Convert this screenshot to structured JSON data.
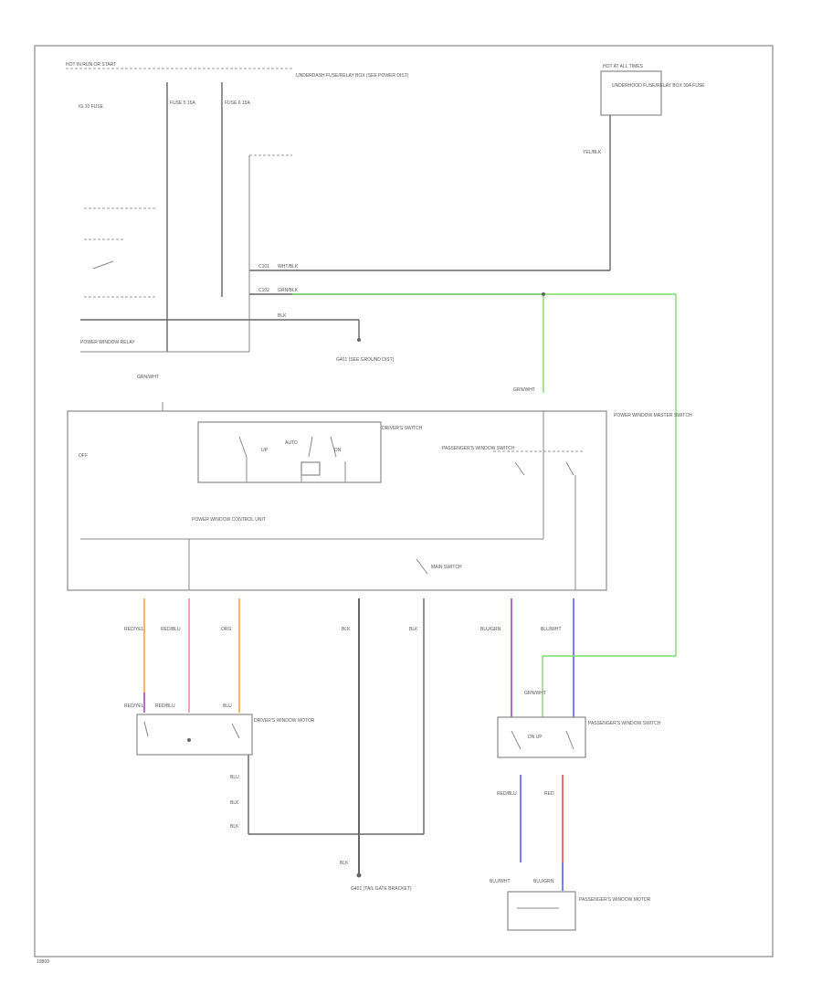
{
  "diagram": {
    "footer_code": "19809",
    "labels": {
      "top_left_header": "HOT IN RUN OR START",
      "fuse_left": "IG 10 FUSE",
      "fuse_mid1": "FUSE 5 15A",
      "fuse_mid2": "FUSE 6 15A",
      "top_center_note": "UNDERDASH FUSE/RELAY BOX (SEE POWER DIST)",
      "top_right_header": "HOT AT ALL TIMES",
      "top_right_box": "UNDERHOOD FUSE/RELAY BOX 30A FUSE",
      "wire_yel_top": "YEL/BLK",
      "conn_a": "C101",
      "conn_b": "C102",
      "wire_a": "WHT/BLK",
      "wire_b": "GRN/BLK",
      "wire_c": "BLK",
      "ground_note": "G401 (SEE GROUND DIST)",
      "left_relay_label": "POWER WINDOW RELAY",
      "wire_grn_left": "GRN/WHT",
      "wire_grn_right": "GRN/WHT",
      "master_switch_title": "POWER WINDOW MASTER SWITCH",
      "driver_switch": "DRIVER'S SWITCH",
      "switch_up": "UP",
      "switch_auto": "AUTO",
      "switch_down": "DN",
      "passenger_switch_label": "PASSENGER'S WINDOW SWITCH",
      "control_unit": "POWER WINDOW CONTROL UNIT",
      "lock_switch": "MAIN SWITCH",
      "left_side_text": "OFF",
      "wire_red_yel1": "RED/YEL",
      "wire_red_blu1": "RED/BLU",
      "wire_org": "ORG",
      "wire_blk_mid1": "BLK",
      "wire_blk_mid2": "BLK",
      "wire_blu_grn": "BLU/GRN",
      "wire_blu_wht": "BLU/WHT",
      "wire_red_yel2": "RED/YEL",
      "wire_red_blu2": "RED/BLU",
      "wire_blu": "BLU",
      "driver_motor_label": "DRIVER'S WINDOW MOTOR",
      "wire_blu2": "BLU",
      "wire_blk2": "BLK",
      "wire_blk3": "BLK",
      "ground_bottom": "G401 (TAIL GATE BRACKET)",
      "passenger_motor_switch": "PASSENGER'S WINDOW SWITCH",
      "wire_grn_pass": "GRN/WHT",
      "pass_switch_mid": "DN  UP",
      "wire_red_pass": "RED/BLU",
      "wire_red": "RED",
      "wire_blu_wht2": "BLU/WHT",
      "wire_blu_grn2": "BLU/GRN",
      "passenger_motor": "PASSENGER'S WINDOW MOTOR"
    },
    "colors": {
      "green_wire": "#7ddc6a",
      "orange_wire": "#f6a24a",
      "pink_wire": "#f28ca0",
      "purple_wire": "#9b4fb5",
      "blue_wire": "#5b5bff",
      "red_wire": "#f24b4b",
      "black_wire": "#555555"
    }
  }
}
